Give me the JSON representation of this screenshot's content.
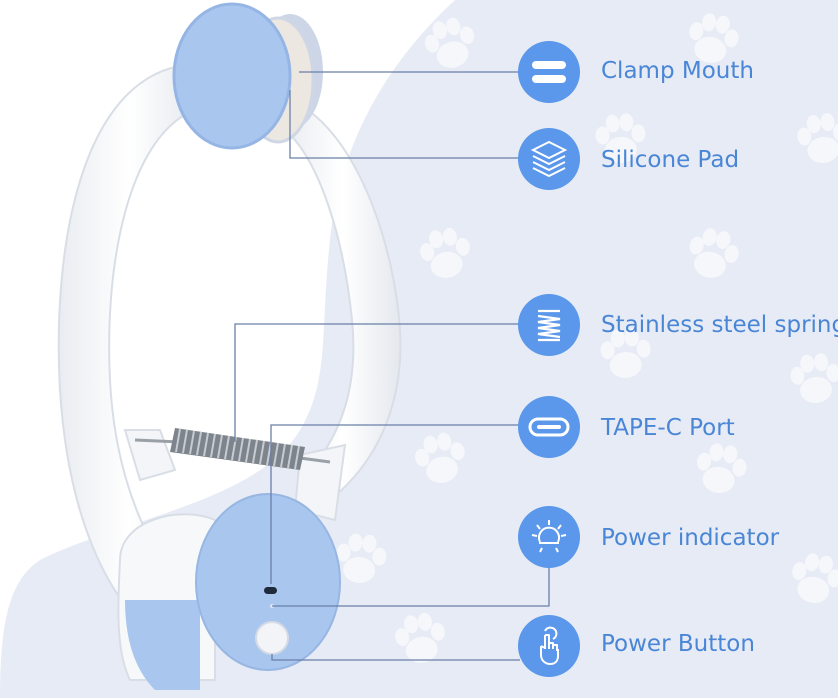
{
  "colors": {
    "accent": "#5b97ea",
    "label_text": "#4a86d6",
    "leader_line": "#6a7fa8",
    "background_blob": "#e6ebf5",
    "paw_print": "#f5f7fb",
    "device_body": "#f7f8fa",
    "device_blue": "#a9c6ef"
  },
  "callouts": [
    {
      "label": "Clamp Mouth",
      "icon": "equals-bars-icon"
    },
    {
      "label": "Silicone Pad",
      "icon": "layers-icon"
    },
    {
      "label": "Stainless steel spring",
      "icon": "spring-coil-icon"
    },
    {
      "label": "TAPE-C Port",
      "icon": "usb-c-port-icon"
    },
    {
      "label": "Power indicator",
      "icon": "light-bulb-rays-icon"
    },
    {
      "label": "Power Button",
      "icon": "finger-press-icon"
    }
  ]
}
